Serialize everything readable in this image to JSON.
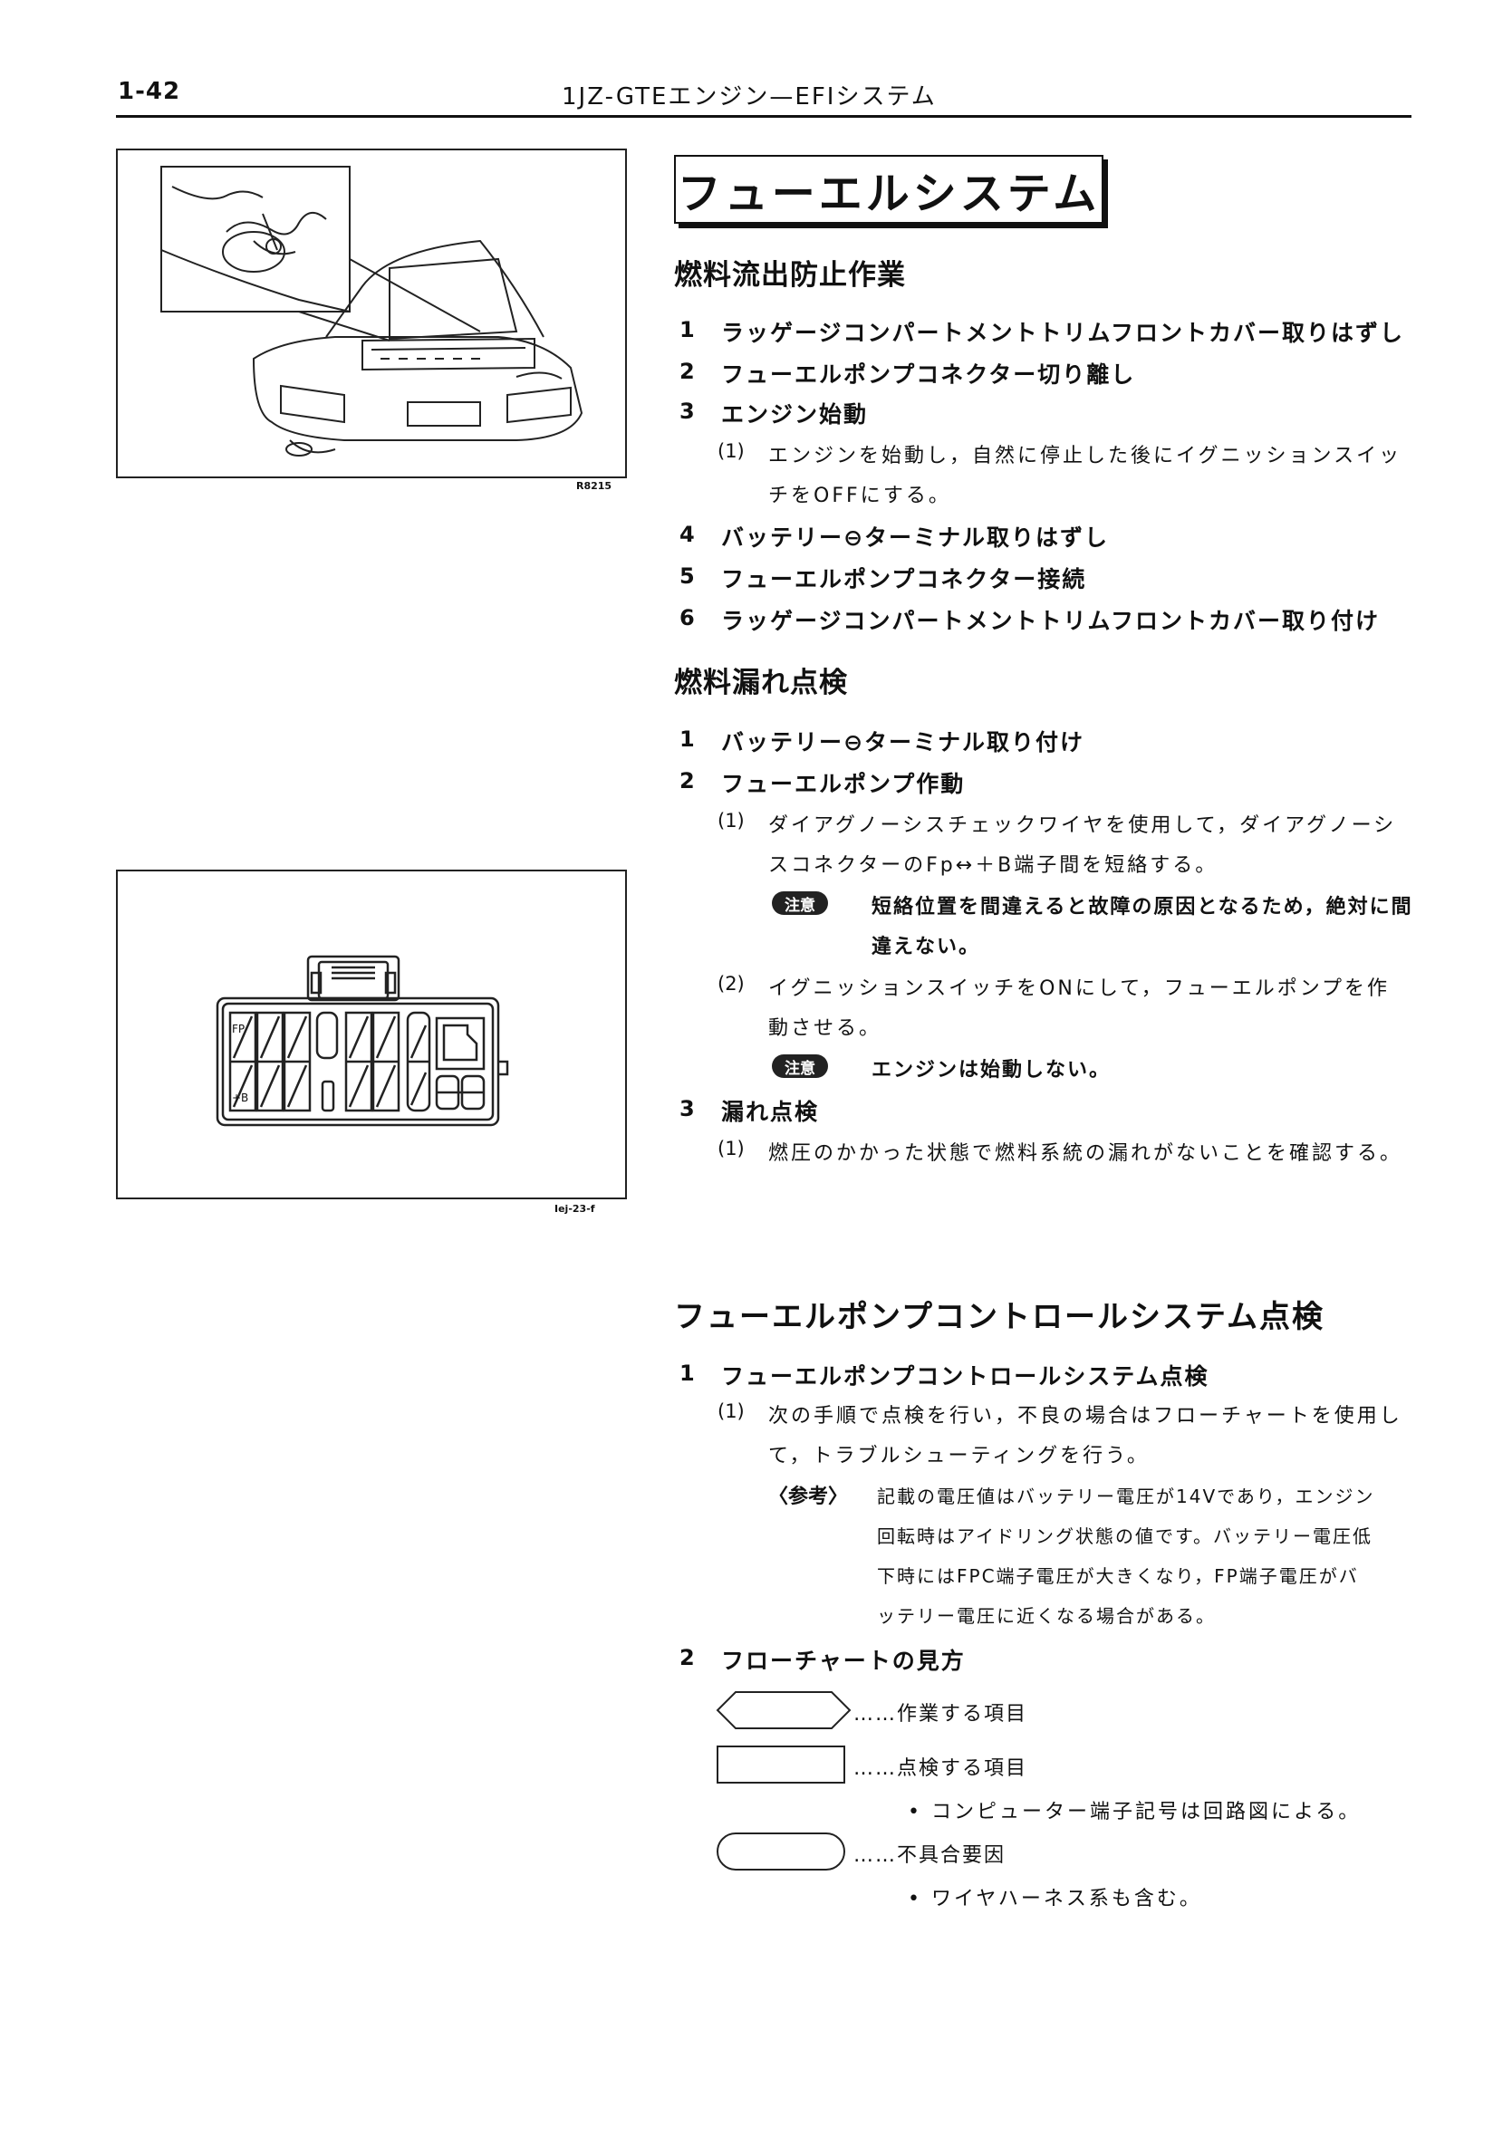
{
  "header": {
    "page_number": "1-42",
    "title": "1JZ-GTEエンジン—EFIシステム"
  },
  "figures": {
    "car": {
      "code": "R8215"
    },
    "connector": {
      "code": "Iej-23-f",
      "label_fp": "FP",
      "label_b": "+B"
    }
  },
  "section_title": "フューエルシステム",
  "sections": [
    {
      "heading": "燃料流出防止作業",
      "steps": [
        {
          "num": "1",
          "text": "ラッゲージコンパートメントトリムフロントカバー取りはずし"
        },
        {
          "num": "2",
          "text": "フューエルポンプコネクター切り離し"
        },
        {
          "num": "3",
          "text": "エンジン始動",
          "sub": [
            {
              "num": "(1)",
              "lines": [
                "エンジンを始動し，自然に停止した後にイグニッションスイッ",
                "チをOFFにする。"
              ]
            }
          ]
        },
        {
          "num": "4",
          "text": "バッテリー⊖ターミナル取りはずし"
        },
        {
          "num": "5",
          "text": "フューエルポンプコネクター接続"
        },
        {
          "num": "6",
          "text": "ラッゲージコンパートメントトリムフロントカバー取り付け"
        }
      ]
    },
    {
      "heading": "燃料漏れ点検",
      "steps": [
        {
          "num": "1",
          "text": "バッテリー⊖ターミナル取り付け"
        },
        {
          "num": "2",
          "text": "フューエルポンプ作動",
          "sub": [
            {
              "num": "(1)",
              "lines": [
                "ダイアグノーシスチェックワイヤを使用して，ダイアグノーシ",
                "スコネクターのFp↔＋B端子間を短絡する。"
              ],
              "note": {
                "badge": "注意",
                "lines": [
                  "短絡位置を間違えると故障の原因となるため，絶対に間",
                  "違えない。"
                ]
              }
            },
            {
              "num": "(2)",
              "lines": [
                "イグニッションスイッチをONにして，フューエルポンプを作",
                "動させる。"
              ],
              "note": {
                "badge": "注意",
                "lines": [
                  "エンジンは始動しない。"
                ]
              }
            }
          ]
        },
        {
          "num": "3",
          "text": "漏れ点検",
          "sub": [
            {
              "num": "(1)",
              "lines": [
                "燃圧のかかった状態で燃料系統の漏れがないことを確認する。"
              ]
            }
          ]
        }
      ]
    },
    {
      "heading": "フューエルポンプコントロールシステム点検",
      "steps": [
        {
          "num": "1",
          "text": "フューエルポンプコントロールシステム点検",
          "sub": [
            {
              "num": "(1)",
              "lines": [
                "次の手順で点検を行い，不良の場合はフローチャートを使用し",
                "て，トラブルシューティングを行う。"
              ],
              "ref": {
                "label": "〈参考〉",
                "lines": [
                  "記載の電圧値はバッテリー電圧が14Vであり，エンジン",
                  "回転時はアイドリング状態の値です。バッテリー電圧低",
                  "下時にはFPC端子電圧が大きくなり，FP端子電圧がバ",
                  "ッテリー電圧に近くなる場合がある。"
                ]
              }
            }
          ]
        },
        {
          "num": "2",
          "text": "フローチャートの見方"
        }
      ]
    }
  ],
  "legend": [
    {
      "shape": "hexagon",
      "text": "……作業する項目"
    },
    {
      "shape": "rectangle",
      "text": "……点検する項目",
      "bullet": "• コンピューター端子記号は回路図による。"
    },
    {
      "shape": "rounded",
      "text": "……不具合要因",
      "bullet": "• ワイヤハーネス系も含む。"
    }
  ]
}
